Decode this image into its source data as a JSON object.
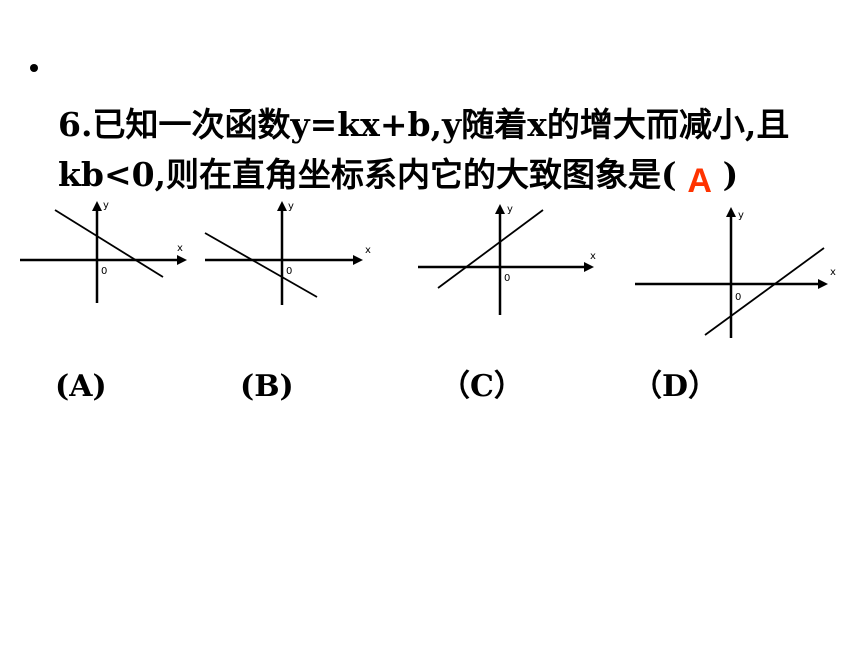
{
  "question": {
    "line1": "6.已知一次函数y=kx+b,y随着x的增大而减小,且",
    "line2_before": "kb<0,则在直角坐标系内它的大致图象是(",
    "answer": "A",
    "line2_after": ")"
  },
  "colors": {
    "answer": "#ff3300",
    "text": "#000000"
  },
  "graphs": [
    {
      "id": "A",
      "axis_x": "x",
      "axis_y": "y",
      "origin": "0"
    },
    {
      "id": "B",
      "axis_x": "x",
      "axis_y": "y",
      "origin": "0"
    },
    {
      "id": "C",
      "axis_x": "x",
      "axis_y": "y",
      "origin": "0"
    },
    {
      "id": "D",
      "axis_x": "x",
      "axis_y": "y",
      "origin": "0"
    }
  ],
  "options": [
    {
      "label": "(A)"
    },
    {
      "label": "(B)"
    },
    {
      "label": "（C）"
    },
    {
      "label": "（D）"
    }
  ]
}
